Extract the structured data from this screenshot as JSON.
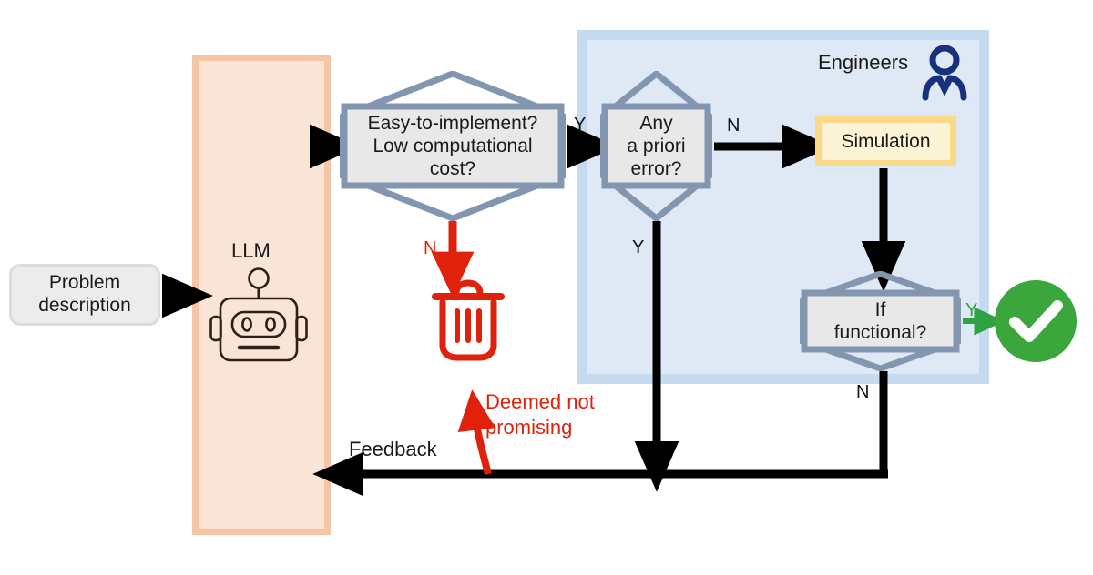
{
  "diagram": {
    "title": "LLM-driven design loop with engineer simulation validation",
    "lanes": {
      "llm": {
        "label": "LLM",
        "fill": "#fae3d7",
        "border": "#f6c5a6"
      },
      "engineers": {
        "label": "Engineers",
        "outer_fill": "#c3daf0",
        "inner_fill": "#dfe9f5"
      }
    },
    "nodes": {
      "problem": {
        "label": "Problem\ndescription",
        "line1": "Problem",
        "line2": "description",
        "fill": "#ececec"
      },
      "easy": {
        "line1": "Easy-to-implement?",
        "line2": "Low computational",
        "line3": "cost?",
        "fill": "#e8e8e8",
        "stroke": "#8296b0"
      },
      "apriori": {
        "line1": "Any",
        "line2": "a priori",
        "line3": "error?",
        "fill": "#e8e8e8",
        "stroke": "#8296b0"
      },
      "simulation": {
        "label": "Simulation",
        "fill": "#fdf3d5",
        "border": "#fad98a"
      },
      "functional": {
        "line1": "If",
        "line2": "functional?",
        "fill": "#e8e8e8",
        "stroke": "#8296b0"
      }
    },
    "branch_labels": {
      "easy_yes": "Y",
      "easy_no": "N",
      "apriori_no": "N",
      "apriori_yes": "Y",
      "functional_yes": "Y",
      "functional_no": "N"
    },
    "edge_labels": {
      "feedback": "Feedback",
      "deemed_line1": "Deemed not",
      "deemed_line2": "promising"
    },
    "icons": {
      "robot": "robot-icon",
      "engineer": "engineer-person-icon",
      "trash": "trash-icon",
      "check": "green-check-circle-icon"
    },
    "colors": {
      "red": "#e0210b",
      "green": "#3aa63c",
      "green_arrow": "#2fa343",
      "black": "#000000",
      "decision_stroke": "#8296b0",
      "navy": "#17317a"
    }
  }
}
